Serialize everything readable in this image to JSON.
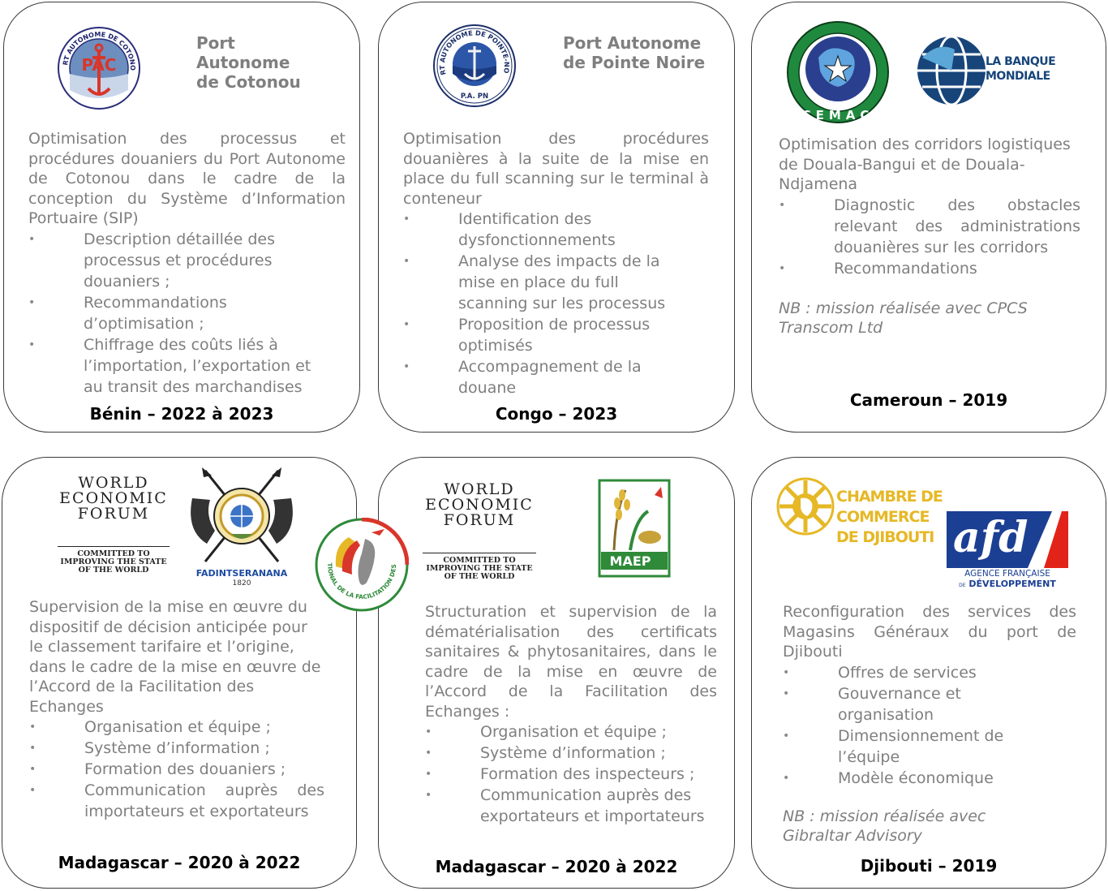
{
  "cards": [
    {
      "org_name": "Port Autonome de Cotonou",
      "description": "Optimisation des processus et procédures douaniers du Port Autonome de Cotonou dans le cadre de la conception du Système d’Information Portuaire (SIP)",
      "bullets": [
        "Description détaillée des processus et procédures douaniers ;",
        "Recommandations d’optimisation ;",
        "Chiffrage des coûts liés à l’importation, l’exportation et au transit des marchandises"
      ],
      "footer": "Bénin – 2022 à 2023",
      "logo": {
        "name": "pac-cotonou-logo",
        "top_text": "PORT AUTONOME DE COTONOU",
        "mark": "PAC"
      }
    },
    {
      "org_name": "Port Autonome de Pointe Noire",
      "description": "Optimisation des procédures douanières à la suite de la mise en place du full scanning sur le terminal à conteneur",
      "bullets": [
        "Identification des dysfonctionnements",
        "Analyse des impacts de la mise en place du full scanning sur les processus",
        "Proposition de processus optimisés",
        "Accompagnement de la douane"
      ],
      "footer": "Congo – 2023",
      "logo": {
        "name": "papn-logo",
        "ring_text": "PORT AUTONOME DE POINTE-NOIRE",
        "mark": "P.A. PN"
      }
    },
    {
      "description": "Optimisation des corridors logistiques de Douala-Bangui et de Douala-Ndjamena",
      "bullets": [
        "Diagnostic des obstacles relevant des administrations douanières sur les corridors",
        "Recommandations"
      ],
      "nb": "NB : mission réalisée avec CPCS Transcom Ltd",
      "footer": "Cameroun – 2019",
      "logos": [
        {
          "name": "cemac-logo",
          "mark": "CEMAC"
        },
        {
          "name": "banque-mondiale-logo",
          "line1": "LA BANQUE",
          "line2": "MONDIALE"
        }
      ]
    },
    {
      "description": "Supervision de la mise en œuvre du dispositif de décision anticipée pour le classement tarifaire et l’origine, dans le cadre de la mise en œuvre de l’Accord de la Facilitation des Echanges",
      "bullets": [
        "Organisation et équipe ;",
        "Système d’information ;",
        "Formation des douaniers ;",
        "Communication auprès des importateurs et exportateurs"
      ],
      "footer": "Madagascar – 2020 à 2022",
      "logos": [
        {
          "name": "wef-logo",
          "l1": "WORLD",
          "l2": "ECONOMIC",
          "l3": "FORUM",
          "tag1": "COMMITTED TO",
          "tag2": "IMPROVING THE STATE",
          "tag3": "OF THE WORLD"
        },
        {
          "name": "madagascar-douane-emblem",
          "label": "FADINTSERANANA",
          "year": "1820"
        }
      ]
    },
    {
      "description": "Structuration et supervision de la dématérialisation des certificats sanitaires & phytosanitaires, dans le cadre de la mise en œuvre de l’Accord de la Facilitation des Echanges :",
      "bullets": [
        "Organisation et équipe ;",
        "Système d’information ;",
        "Formation des inspecteurs ;",
        "Communication auprès des exportateurs et importateurs"
      ],
      "footer": "Madagascar – 2020 à 2022",
      "logos": [
        {
          "name": "wef-logo",
          "l1": "WORLD",
          "l2": "ECONOMIC",
          "l3": "FORUM",
          "tag1": "COMMITTED TO",
          "tag2": "IMPROVING THE STATE",
          "tag3": "OF THE WORLD"
        },
        {
          "name": "maep-logo",
          "label": "MAEP"
        }
      ]
    },
    {
      "description": "Reconfiguration des services des Magasins Généraux du port de Djibouti",
      "bullets": [
        "Offres de services",
        "Gouvernance et organisation",
        "Dimensionnement de l’équipe",
        "Modèle économique"
      ],
      "nb": "NB : mission réalisée avec Gibraltar Advisory",
      "footer": "Djibouti – 2019",
      "logos": [
        {
          "name": "ccd-logo",
          "line1": "CHAMBRE DE COMMERCE",
          "line2": "DE DJIBOUTI"
        },
        {
          "name": "afd-logo",
          "mark": "afd",
          "line1": "AGENCE FRANÇAISE",
          "line2": "DÉVELOPPEMENT",
          "small": "DE"
        }
      ]
    }
  ],
  "center_logo": {
    "name": "cnfe-logo",
    "ring_text": "COMITÉ NATIONAL DE LA FACILITATION DES ÉCHANGES"
  },
  "colors": {
    "border": "#3a3a3a",
    "text": "#7f7f7f",
    "footer": "#000000",
    "afd_blue": "#1b3f93",
    "afd_red": "#e2231a",
    "ccd_gold": "#e6b825",
    "wb_blue": "#17457a"
  }
}
